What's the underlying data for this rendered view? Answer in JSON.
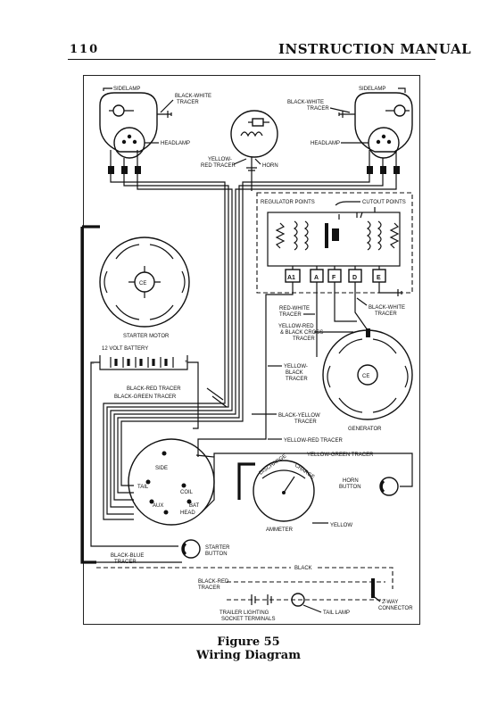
{
  "header": {
    "page_number": "110",
    "title": "INSTRUCTION MANUAL"
  },
  "caption": {
    "figure": "Figure 55",
    "title": "Wiring Diagram"
  },
  "labels": {
    "sidelamp_left": "SIDELAMP",
    "sidelamp_right": "SIDELAMP",
    "black_white_tracer_left_1": "BLACK-WHITE",
    "black_white_tracer_left_2": "TRACER",
    "black_white_tracer_right_1": "BLACK-WHITE",
    "black_white_tracer_right_2": "TRACER",
    "headlamp_left": "HEADLAMP",
    "headlamp_right": "HEADLAMP",
    "yellow_red_tracer_1": "YELLOW-",
    "yellow_red_tracer_2": "RED TRACER",
    "horn": "HORN",
    "regulator_points": "REGULATOR POINTS",
    "cutout_points": "CUTOUT POINTS",
    "terminal_a1": "A1",
    "terminal_a": "A",
    "terminal_f": "F",
    "terminal_d": "D",
    "terminal_e": "E",
    "starter_motor": "STARTER MOTOR",
    "battery": "12 VOLT  BATTERY",
    "battery_minus": "−",
    "battery_plus": "+",
    "red_white_tracer_1": "RED-WHITE",
    "red_white_tracer_2": "TRACER",
    "black_white_tracer_reg_1": "BLACK-WHITE",
    "black_white_tracer_reg_2": "TRACER",
    "yellow_red_black_cross_1": "YELLOW-RED",
    "yellow_red_black_cross_2": "& BLACK CROSS",
    "yellow_red_black_cross_3": "TRACER",
    "yellow_black_tracer_1": "YELLOW-",
    "yellow_black_tracer_2": "BLACK",
    "yellow_black_tracer_3": "TRACER",
    "black_red_tracer_upper": "BLACK-RED TRACER",
    "black_green_tracer": "BLACK-GREEN TRACER",
    "black_yellow_tracer_1": "BLACK-YELLOW",
    "black_yellow_tracer_2": "TRACER",
    "generator": "GENERATOR",
    "yellow_red_tracer_main": "YELLOW-RED TRACER",
    "yellow_green_tracer": "YELLOW-GREEN TRACER",
    "switch_side": "SIDE",
    "switch_tail": "TAIL",
    "switch_coil": "COIL",
    "switch_aux": "AUX",
    "switch_bat": "BAT",
    "switch_head": "HEAD",
    "ammeter_discharge": "DISCHARGE",
    "ammeter_charge": "CHARGE",
    "horn_button_1": "HORN",
    "horn_button_2": "BUTTON",
    "ammeter": "AMMETER",
    "yellow": "YELLOW",
    "black_blue_tracer_1": "BLACK-BLUE",
    "black_blue_tracer_2": "TRACER",
    "starter_button_1": "STARTER",
    "starter_button_2": "BUTTON",
    "black": "BLACK",
    "black_red_tracer_lower_1": "BLACK-RED",
    "black_red_tracer_lower_2": "TRACER",
    "two_way_connector_1": "2-WAY",
    "two_way_connector_2": "CONNECTOR",
    "trailer_lighting_1": "TRAILER LIGHTING",
    "trailer_lighting_2": "SOCKET TERMINALS",
    "tail_lamp": "TAIL LAMP",
    "generator_ce": "CE",
    "starter_ce": "CE"
  }
}
